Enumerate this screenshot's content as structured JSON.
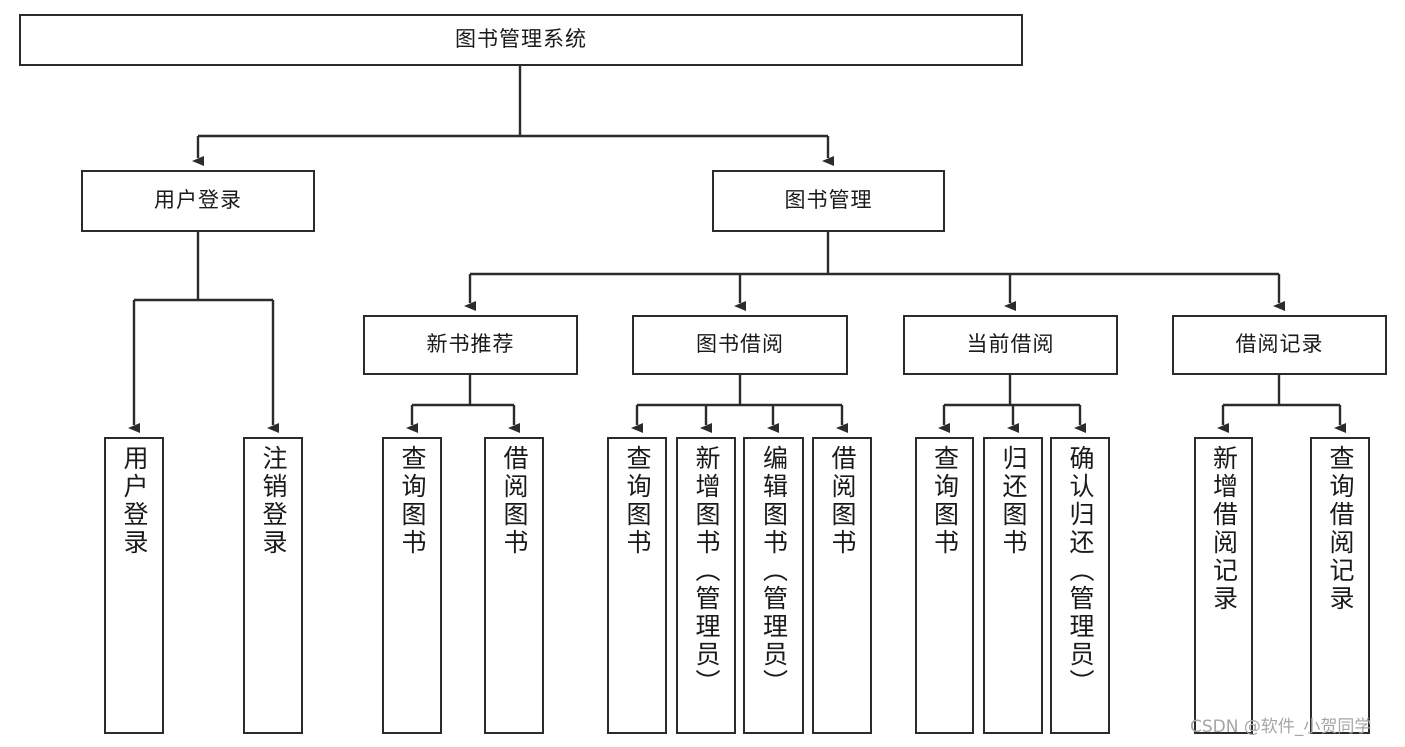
{
  "diagram": {
    "type": "tree-hierarchy",
    "title": "图书管理系统",
    "colors": {
      "box_border": "#2b2b2b",
      "box_fill": "#ffffff",
      "connector": "#2b2b2b",
      "background": "#ffffff",
      "watermark": "#a6a6a6"
    },
    "levels": {
      "root": {
        "label": "图书管理系统"
      },
      "level2": [
        {
          "label": "用户登录"
        },
        {
          "label": "图书管理"
        }
      ],
      "level3": [
        {
          "label": "新书推荐"
        },
        {
          "label": "图书借阅"
        },
        {
          "label": "当前借阅"
        },
        {
          "label": "借阅记录"
        }
      ],
      "leaves": {
        "user_login": [
          {
            "label": "用户登录"
          },
          {
            "label": "注销登录"
          }
        ],
        "new_book_recommend": [
          {
            "label": "查询图书"
          },
          {
            "label": "借阅图书"
          }
        ],
        "book_borrow": [
          {
            "label": "查询图书"
          },
          {
            "label": "新增图书（管理员）"
          },
          {
            "label": "编辑图书（管理员）"
          },
          {
            "label": "借阅图书"
          }
        ],
        "current_borrow": [
          {
            "label": "查询图书"
          },
          {
            "label": "归还图书"
          },
          {
            "label": "确认归还（管理员）"
          }
        ],
        "borrow_record": [
          {
            "label": "新增借阅记录"
          },
          {
            "label": "查询借阅记录"
          }
        ]
      }
    }
  },
  "watermark": {
    "text": "CSDN @软件_小贺同学"
  }
}
